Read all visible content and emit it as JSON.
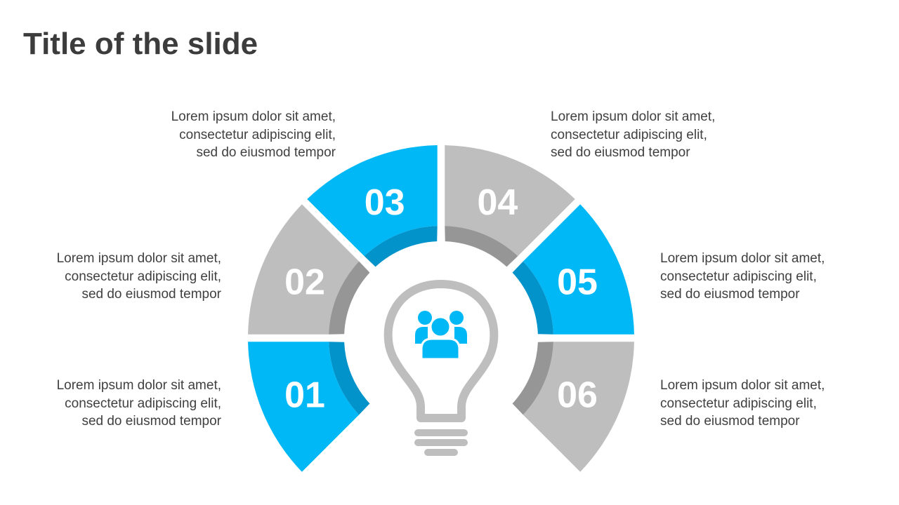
{
  "slide": {
    "title": "Title of the slide"
  },
  "colors": {
    "blue": "#00B8F6",
    "blue_dark": "#0393CB",
    "gray": "#BEBEBE",
    "gray_dark": "#969696",
    "text": "#404040"
  },
  "segments": [
    {
      "number": "01",
      "color": "blue",
      "text": "Lorem ipsum dolor sit amet,\nconsectetur adipiscing elit,\nsed do eiusmod tempor"
    },
    {
      "number": "02",
      "color": "gray",
      "text": "Lorem ipsum dolor sit amet,\nconsectetur adipiscing elit,\nsed do eiusmod tempor"
    },
    {
      "number": "03",
      "color": "blue",
      "text": "Lorem ipsum dolor sit amet,\nconsectetur adipiscing elit,\nsed do eiusmod tempor"
    },
    {
      "number": "04",
      "color": "gray",
      "text": "Lorem ipsum dolor sit amet,\nconsectetur adipiscing elit,\nsed do eiusmod tempor"
    },
    {
      "number": "05",
      "color": "blue",
      "text": "Lorem ipsum dolor sit amet,\nconsectetur adipiscing elit,\nsed do eiusmod tempor"
    },
    {
      "number": "06",
      "color": "gray",
      "text": "Lorem ipsum dolor sit amet,\nconsectetur adipiscing elit,\nsed do eiusmod tempor"
    }
  ],
  "center": {
    "bulb_icon": "lightbulb-icon",
    "people_icon": "people-group-icon"
  }
}
